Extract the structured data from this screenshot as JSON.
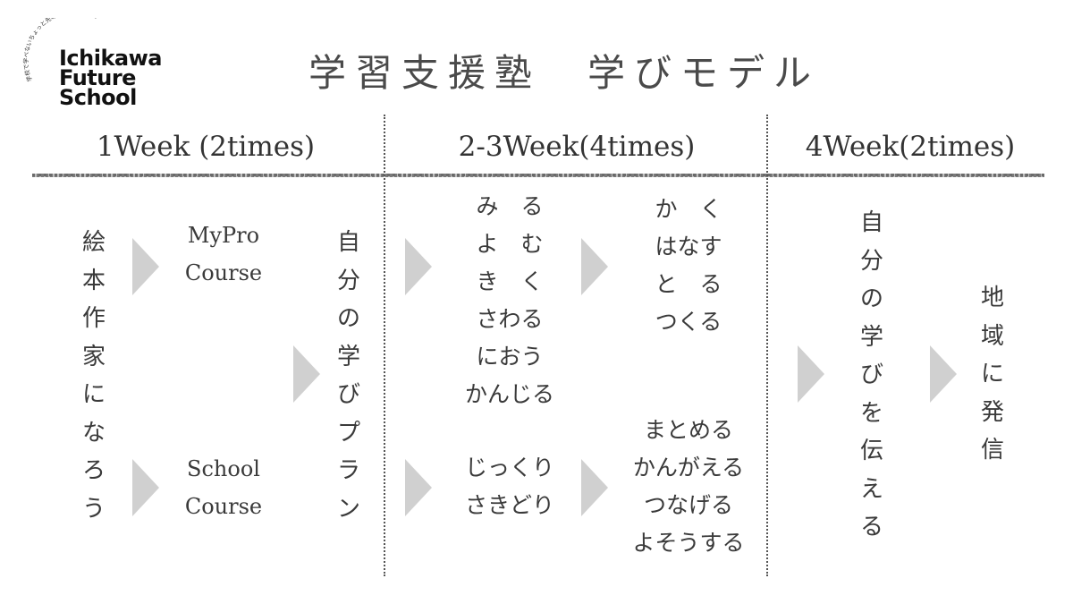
{
  "logo": {
    "arc_text": "学校で学べないちょっと先の未来を学ぶ学校",
    "line1": "Ichikawa",
    "line2": "Future",
    "line3": "School"
  },
  "title": "学習支援塾　学びモデル",
  "weeks": [
    {
      "label": "1Week (2times)"
    },
    {
      "label": "2-3Week(4times)"
    },
    {
      "label": "4Week(2times)"
    }
  ],
  "col_ehon": [
    "絵",
    "本",
    "作",
    "家",
    "に",
    "な",
    "ろ",
    "う"
  ],
  "course_mypro": [
    "MyPro",
    "Course"
  ],
  "course_school": [
    "School",
    "Course"
  ],
  "col_plan": [
    "自",
    "分",
    "の",
    "学",
    "び",
    "プ",
    "ラ",
    "ン"
  ],
  "senses": [
    "み　る",
    "よ　む",
    "き　く",
    "さわる",
    "におう",
    "かんじる"
  ],
  "expression": [
    "か　く",
    "はなす",
    "と　る",
    "つくる"
  ],
  "deep": [
    "じっくり",
    "さきどり"
  ],
  "think": [
    "まとめる",
    "かんがえる",
    "つなげる",
    "よそうする"
  ],
  "col_convey": [
    "自",
    "分",
    "の",
    "学",
    "び",
    "を",
    "伝",
    "え",
    "る"
  ],
  "col_region": [
    "地",
    "域",
    "に",
    "発",
    "信"
  ],
  "colors": {
    "arrow": "#d0d0d0",
    "text": "#3a3a3a",
    "rule": "#6a6a6a"
  }
}
